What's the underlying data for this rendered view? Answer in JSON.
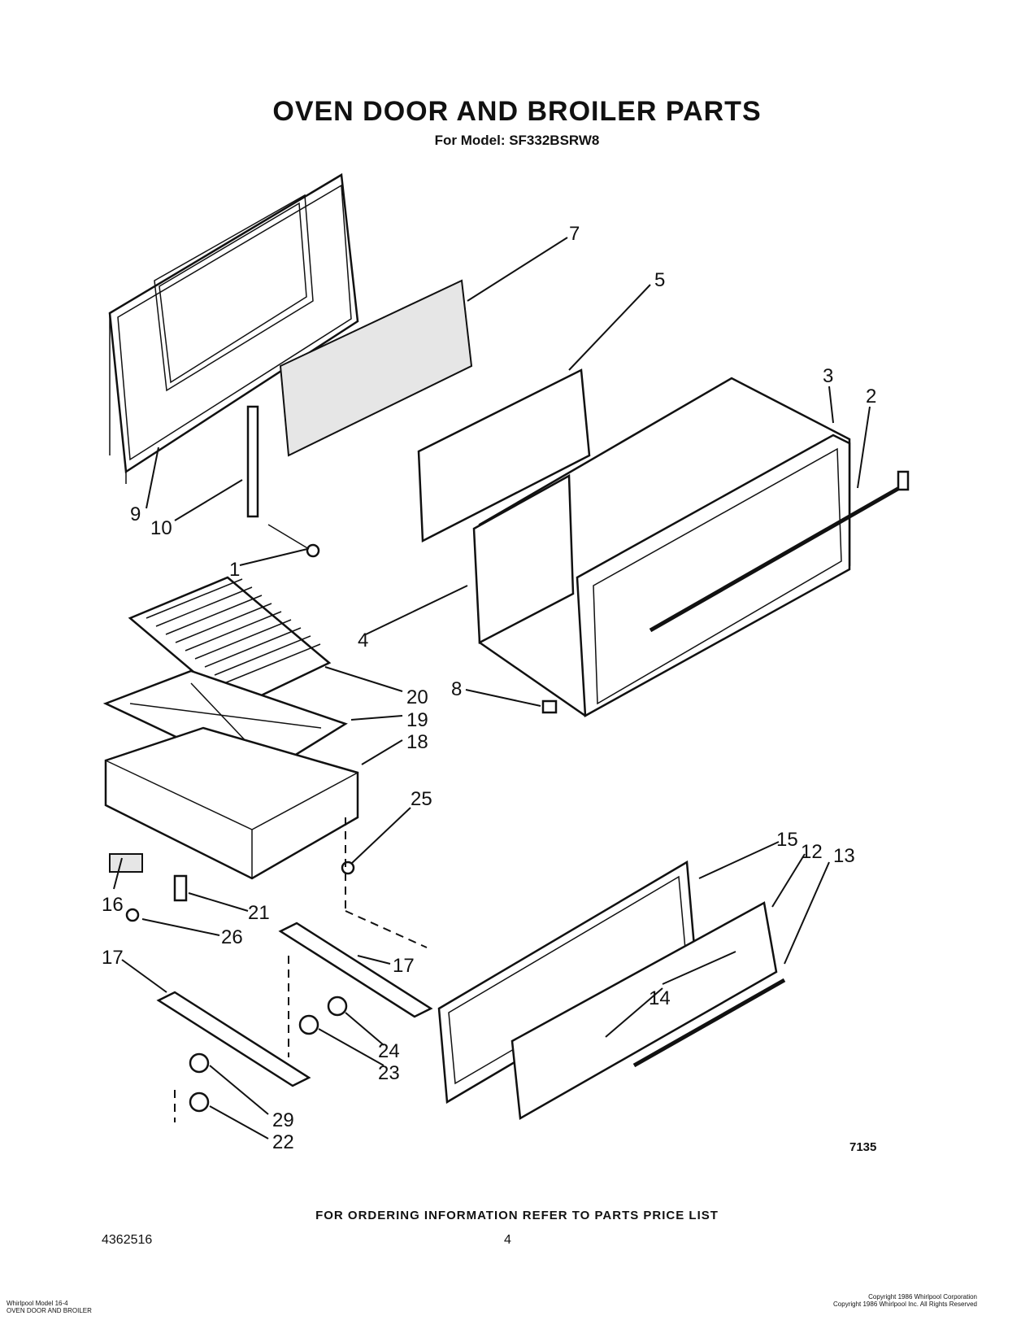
{
  "header": {
    "title": "OVEN DOOR AND BROILER PARTS",
    "subtitle": "For Model: SF332BSRW8"
  },
  "callouts": {
    "c1": "1",
    "c2": "2",
    "c3": "3",
    "c4": "4",
    "c5": "5",
    "c6": "16",
    "c7": "7",
    "c8": "8",
    "c9": "9",
    "c10": "10",
    "c12": "12",
    "c13": "13",
    "c14": "14",
    "c15": "15",
    "c17a": "17",
    "c17b": "17",
    "c18": "18",
    "c19": "19",
    "c20": "20",
    "c21": "21",
    "c22": "22",
    "c23": "23",
    "c24": "24",
    "c25": "25",
    "c26": "26",
    "c29": "29"
  },
  "figure_number": "7135",
  "footer": {
    "ordering": "FOR ORDERING INFORMATION REFER TO PARTS PRICE LIST",
    "part_number": "4362516",
    "page": "4",
    "left_small_1": "Whirlpool Model 16-4",
    "left_small_2": "OVEN DOOR AND BROILER",
    "right_small_1": "Copyright 1986 Whirlpool Corporation",
    "right_small_2": "Copyright 1986 Whirlpool Inc. All Rights Reserved"
  }
}
